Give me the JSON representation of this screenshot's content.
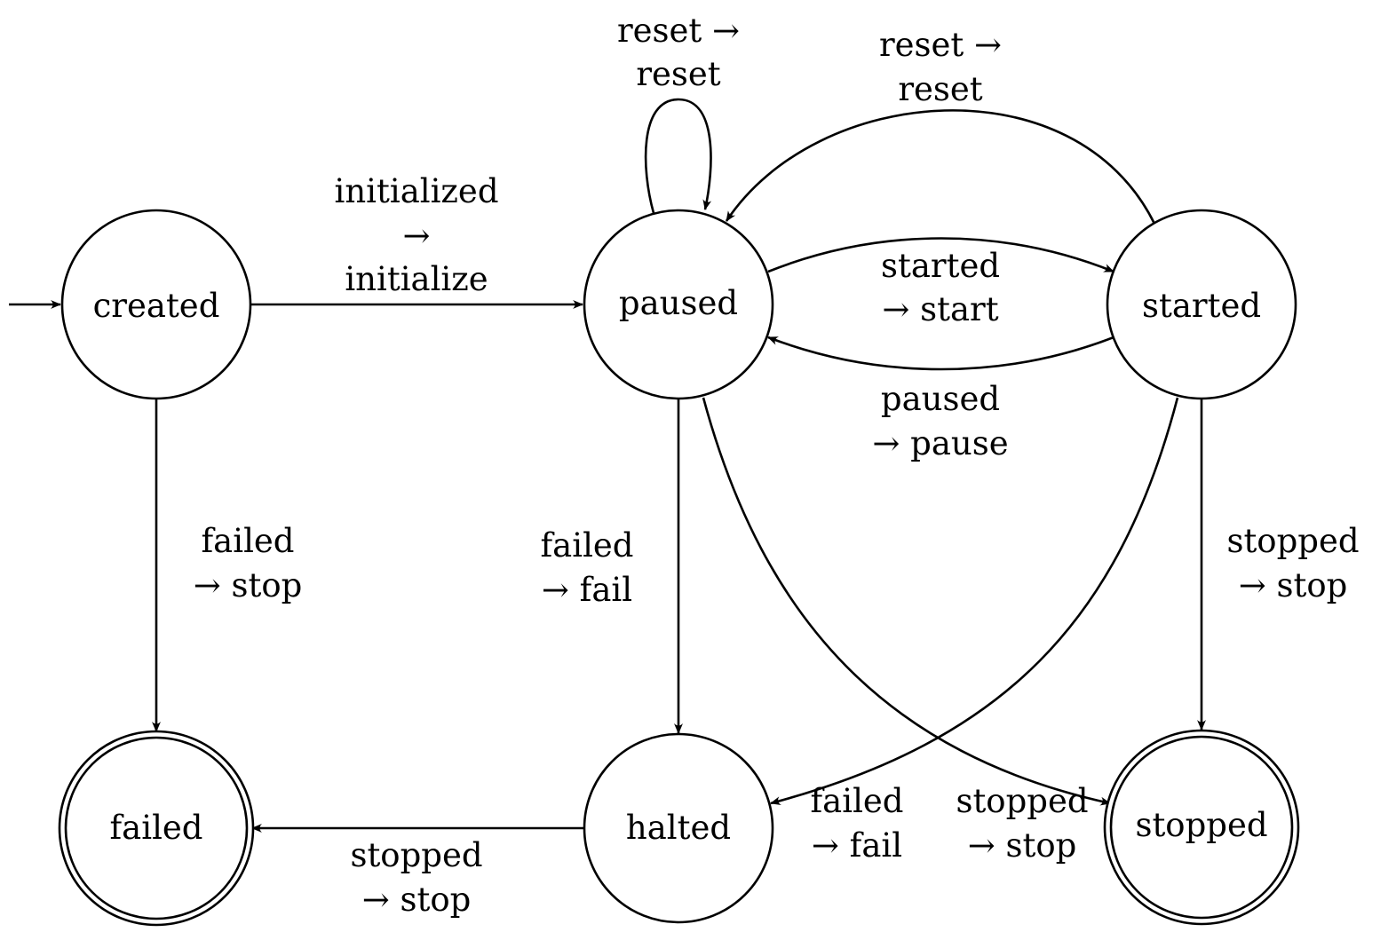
{
  "states": {
    "created": "created",
    "paused": "paused",
    "started": "started",
    "failed": "failed",
    "halted": "halted",
    "stopped": "stopped"
  },
  "transitions": {
    "created_paused": [
      "initialized",
      "→",
      "initialize"
    ],
    "paused_self": [
      "reset →",
      "reset"
    ],
    "started_paused_reset": [
      "reset →",
      "reset"
    ],
    "paused_started": [
      "started",
      "→ start"
    ],
    "started_paused": [
      "paused",
      "→ pause"
    ],
    "created_failed": [
      "failed",
      "→ stop"
    ],
    "paused_halted": [
      "failed",
      "→ fail"
    ],
    "started_stopped": [
      "stopped",
      "→ stop"
    ],
    "halted_failed": [
      "stopped",
      "→ stop"
    ],
    "started_halted": [
      "failed",
      "→ fail"
    ],
    "paused_stopped": [
      "stopped",
      "→ stop"
    ]
  },
  "initial_state": "created",
  "accepting_states": [
    "failed",
    "stopped"
  ]
}
